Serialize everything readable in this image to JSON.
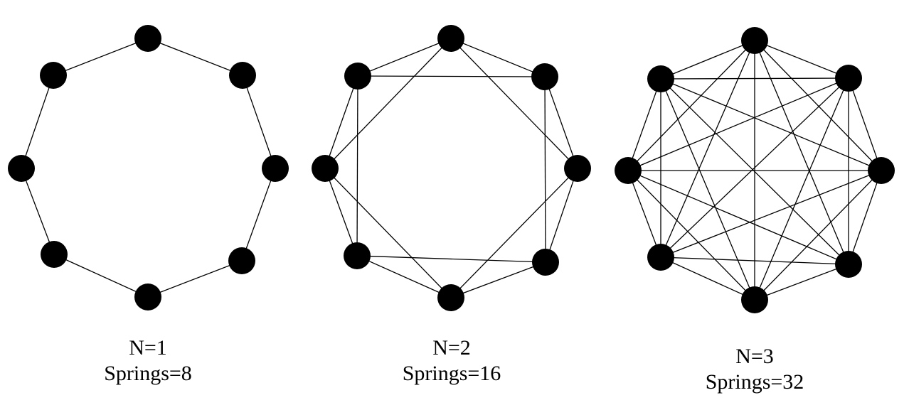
{
  "colors": {
    "node": "#000000",
    "spring": "#000000",
    "background": "#ffffff"
  },
  "graphs": [
    {
      "n_label": "N=1",
      "springs_label": "Springs=8",
      "nodes": 8,
      "connect_steps": [
        1
      ]
    },
    {
      "n_label": "N=2",
      "springs_label": "Springs=16",
      "nodes": 8,
      "connect_steps": [
        1,
        2
      ]
    },
    {
      "n_label": "N=3",
      "springs_label": "Springs=32",
      "nodes": 8,
      "connect_steps": [
        1,
        2,
        3,
        4
      ]
    }
  ]
}
